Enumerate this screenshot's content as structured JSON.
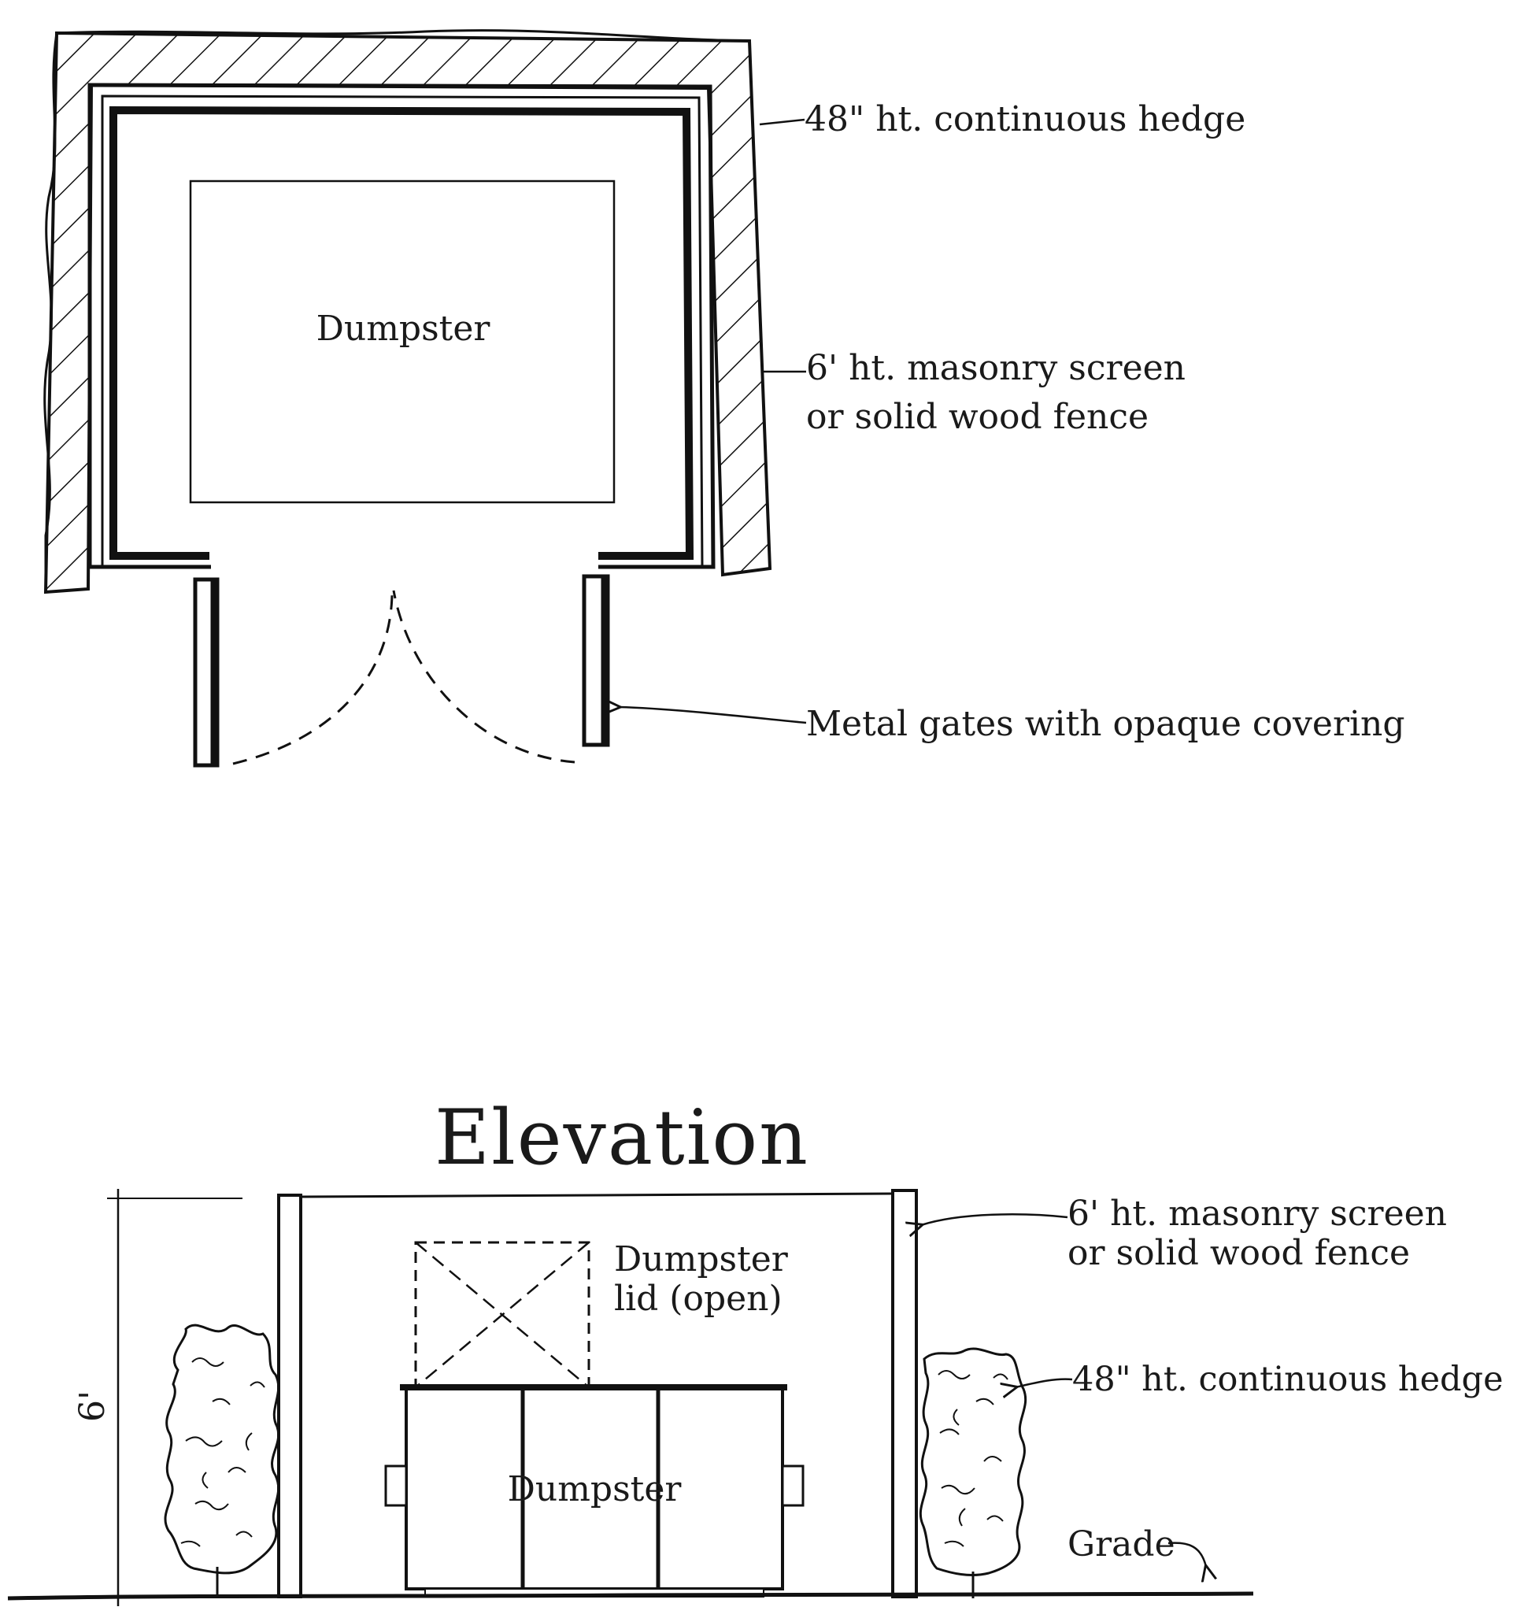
{
  "plan": {
    "dumpster_label": "Dumpster",
    "hedge_note": "48\" ht. continuous hedge",
    "screen_note_line1": "6' ht. masonry screen",
    "screen_note_line2": "or solid wood fence",
    "gates_note": "Metal gates with opaque covering"
  },
  "elevation": {
    "title": "Elevation",
    "height_dim": "6'",
    "lid_label_line1": "Dumpster",
    "lid_label_line2": "lid (open)",
    "dumpster_label": "Dumpster",
    "screen_note_line1": "6' ht. masonry screen",
    "screen_note_line2": "or solid wood fence",
    "hedge_note": "48\" ht. continuous hedge",
    "grade_label": "Grade"
  }
}
